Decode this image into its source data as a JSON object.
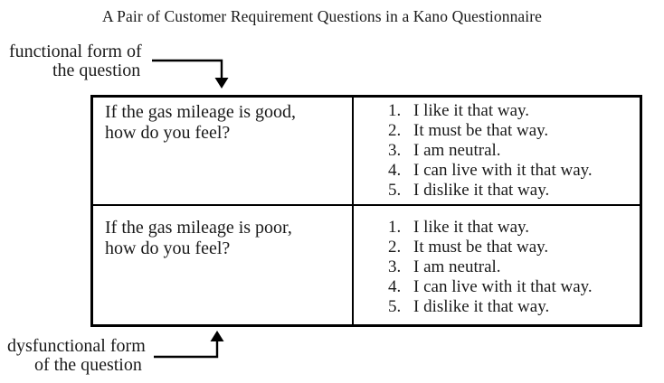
{
  "title": "A Pair of Customer Requirement Questions in a Kano Questionnaire",
  "annotations": {
    "functional": {
      "line1": "functional form of",
      "line2": "the question"
    },
    "dysfunctional": {
      "line1": "dysfunctional form",
      "line2": "of the question"
    }
  },
  "table": {
    "rows": [
      {
        "question_line1": "If the gas mileage is good,",
        "question_line2": "how do you feel?",
        "answers": [
          {
            "num": "1.",
            "text": "I like it that way."
          },
          {
            "num": "2.",
            "text": "It must be that way."
          },
          {
            "num": "3.",
            "text": "I am neutral."
          },
          {
            "num": "4.",
            "text": "I can live with it that way."
          },
          {
            "num": "5.",
            "text": "I dislike it that way."
          }
        ]
      },
      {
        "question_line1": "If the gas mileage is poor,",
        "question_line2": "how do you feel?",
        "answers": [
          {
            "num": "1.",
            "text": "I like it that way."
          },
          {
            "num": "2.",
            "text": "It must be that way."
          },
          {
            "num": "3.",
            "text": "I am neutral."
          },
          {
            "num": "4.",
            "text": "I can live with it that way."
          },
          {
            "num": "5.",
            "text": "I dislike it that way."
          }
        ]
      }
    ]
  },
  "colors": {
    "text": "#1a1a1a",
    "border": "#000000",
    "background": "#ffffff"
  }
}
